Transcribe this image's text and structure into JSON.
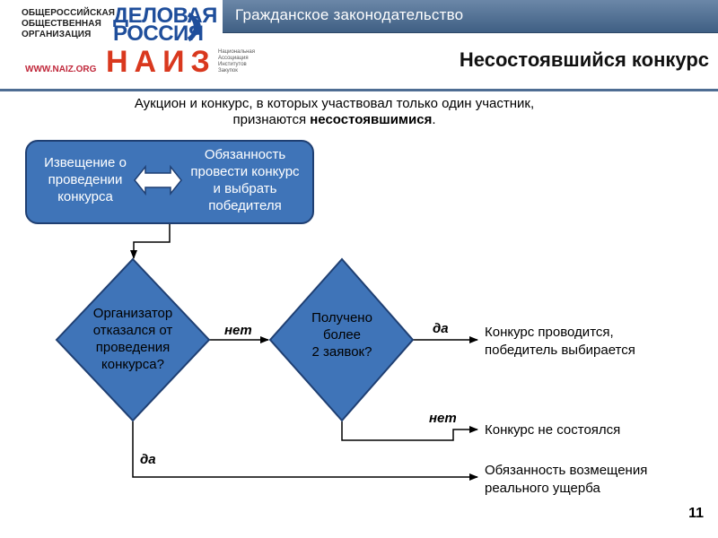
{
  "logo": {
    "org_line1": "ОБЩЕРОССИЙСКАЯ",
    "org_line2": "ОБЩЕСТВЕННАЯ",
    "org_line3": "ОРГАНИЗАЦИЯ",
    "brand_line1": "ДЕЛОВАЯ",
    "brand_line2": "РОССИЯ",
    "naiz": "НАИЗ",
    "naiz_sub1": "Национальная",
    "naiz_sub2": "Ассоциация",
    "naiz_sub3": "Институтов",
    "naiz_sub4": "Закупок",
    "website": "WWW.NAIZ.ORG"
  },
  "header": {
    "section": "Гражданское законодательство",
    "title": "Несостоявшийся конкурс"
  },
  "intro": {
    "line1": "Аукцион и конкурс, в которых участвовал только один участник,",
    "line2_prefix": "признаются ",
    "line2_bold": "несостоявшимися",
    "line2_suffix": "."
  },
  "flow": {
    "box_left_l1": "Извещение о",
    "box_left_l2": "проведении",
    "box_left_l3": "конкурса",
    "box_right_l1": "Обязанность",
    "box_right_l2": "провести конкурс",
    "box_right_l3": "и выбрать",
    "box_right_l4": "победителя",
    "diamond1_l1": "Организатор",
    "diamond1_l2": "отказался от",
    "diamond1_l3": "проведения",
    "diamond1_l4": "конкурса?",
    "diamond2_l1": "Получено",
    "diamond2_l2": "более",
    "diamond2_l3": "2 заявок?",
    "label_no_1": "нет",
    "label_yes_1": "да",
    "label_no_2": "нет",
    "label_yes_2": "да",
    "outcome1_l1": "Конкурс проводится,",
    "outcome1_l2": "победитель выбирается",
    "outcome2": "Конкурс не состоялся",
    "outcome3_l1": "Обязанность возмещения",
    "outcome3_l2": "реального ущерба"
  },
  "colors": {
    "shape_fill": "#3f74b8",
    "shape_border": "#1f3f72",
    "header_bar": "#4e6d93"
  },
  "page_number": "11"
}
